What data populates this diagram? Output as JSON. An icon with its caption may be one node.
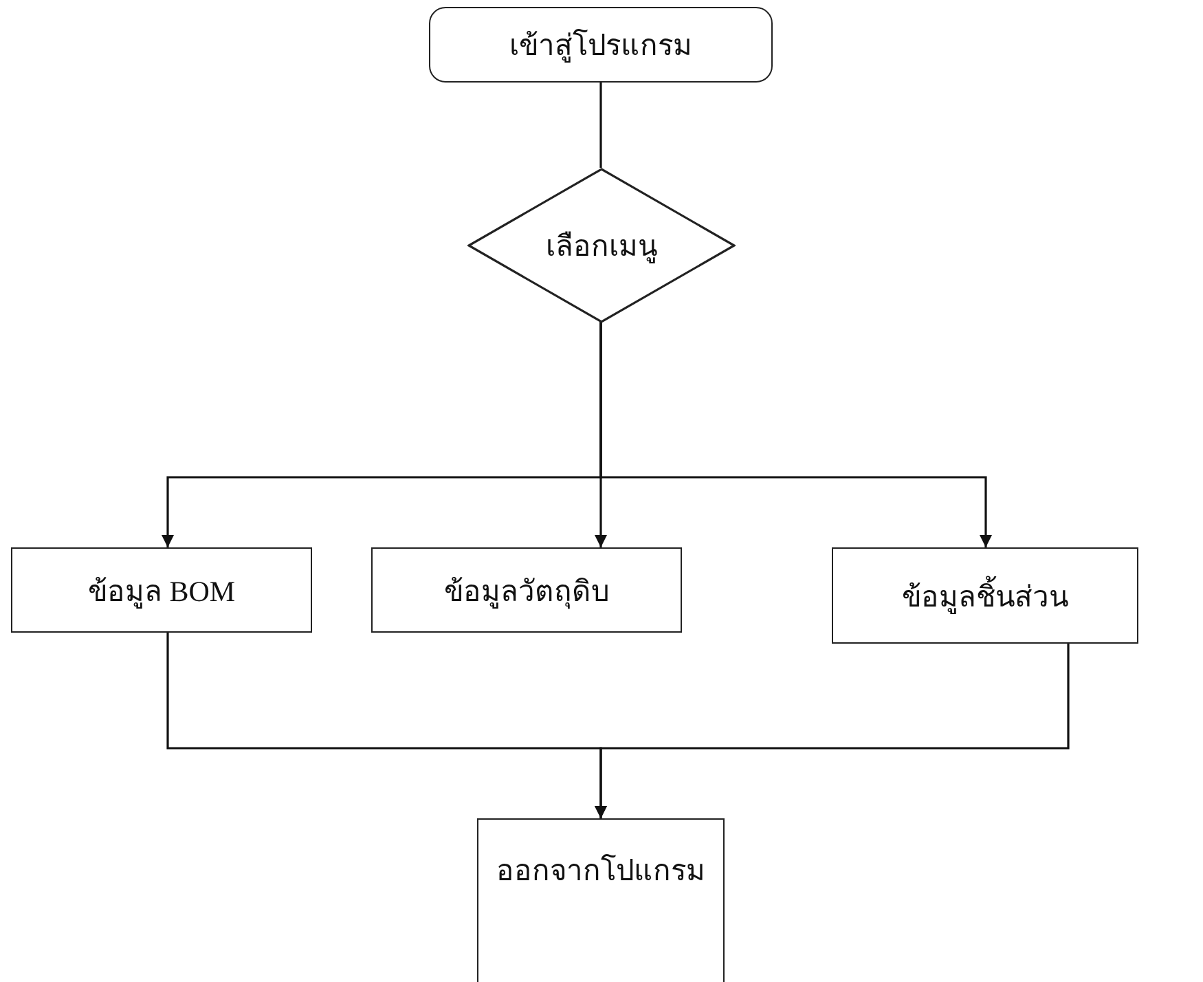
{
  "diagram": {
    "nodes": [
      {
        "text": [
          "เข้าสู่โปรแกรม"
        ]
      },
      {
        "text": [
          "เลือกเมนู"
        ]
      },
      {
        "text": [
          "ข้อมูล BOM"
        ]
      },
      {
        "text": [
          "ข้อมูลวัตถุดิบ"
        ]
      },
      {
        "text": [
          "ข้อมูลชิ้นส่วน"
        ]
      },
      {
        "text": [
          "ออกจากโปแกรม"
        ]
      }
    ],
    "edges": [
      {
        "from": 0,
        "to": 1,
        "arrow": "none"
      },
      {
        "from": 1,
        "to": 2,
        "arrow": "to"
      },
      {
        "from": 1,
        "to": 3,
        "arrow": "to"
      },
      {
        "from": 1,
        "to": 4,
        "arrow": "to"
      },
      {
        "from": 2,
        "to": 5,
        "arrow": "to"
      },
      {
        "from": 4,
        "to": 5,
        "arrow": "to"
      }
    ]
  }
}
